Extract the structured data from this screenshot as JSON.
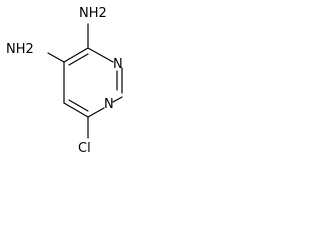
{
  "molecule": {
    "atoms": {
      "nh2_top": "NH2",
      "nh2_left": "NH2",
      "n_ring_upper": "N",
      "n_ring_lower": "N",
      "cl": "Cl"
    },
    "colors": {
      "ink": "#000000",
      "background": "#ffffff"
    }
  }
}
